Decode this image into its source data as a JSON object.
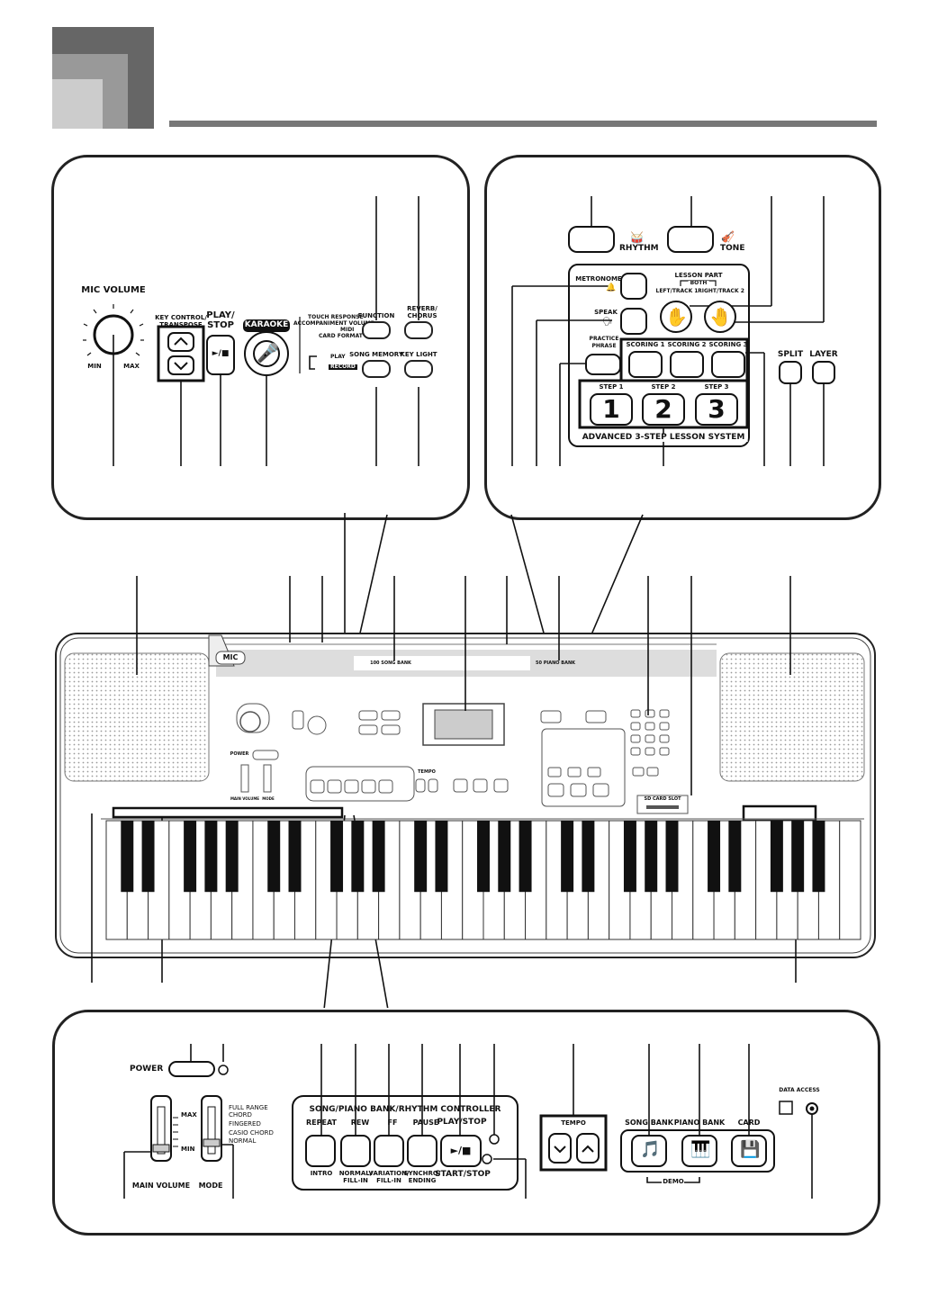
{
  "top_left": {
    "mic_volume": "MIC VOLUME",
    "min": "MIN",
    "max": "MAX",
    "key_control": "KEY CONTROL/",
    "transpose": "TRANSPOSE",
    "play": "PLAY/",
    "stop": "STOP",
    "play_stop_glyph": "►/■",
    "karaoke": "KARAOKE",
    "touch_response": "TOUCH RESPONSE",
    "accomp_volume": "ACCOMPANIMENT VOLUME",
    "midi": "MIDI",
    "card_format": "CARD FORMAT",
    "function": "FUNCTION",
    "reverb": "REVERB/",
    "chorus": "CHORUS",
    "song_memory": "SONG MEMORY",
    "key_light": "KEY LIGHT",
    "play_lbl": "PLAY",
    "record_lbl": "RECORD"
  },
  "top_right": {
    "rhythm": "RHYTHM",
    "tone": "TONE",
    "metronome": "METRONOME",
    "speak": "SPEAK",
    "practice": "PRACTICE",
    "phrase": "PHRASE",
    "lesson_part": "LESSON PART",
    "both": "BOTH",
    "left_track": "LEFT/TRACK 1",
    "right_track": "RIGHT/TRACK 2",
    "scoring": [
      "SCORING 1",
      "SCORING 2",
      "SCORING 3"
    ],
    "steps": [
      "STEP 1",
      "STEP 2",
      "STEP 3"
    ],
    "step_numbers": [
      "1",
      "2",
      "3"
    ],
    "split": "SPLIT",
    "layer": "LAYER",
    "advanced": "ADVANCED 3-STEP LESSON SYSTEM"
  },
  "keyboard": {
    "mic_label": "MIC",
    "song_bank_lbl": "100 SONG BANK",
    "piano_bank_lbl": "50 PIANO BANK",
    "sd_card_slot": "SD CARD SLOT",
    "tempo": "TEMPO",
    "main_volume": "MAIN VOLUME",
    "mode": "MODE",
    "power": "POWER"
  },
  "bottom": {
    "power": "POWER",
    "max": "MAX",
    "min": "MIN",
    "main_volume": "MAIN VOLUME",
    "mode": "MODE",
    "full_range": "FULL RANGE",
    "modes": [
      "CHORD",
      "FINGERED",
      "CASIO CHORD",
      "NORMAL"
    ],
    "controller_title": "SONG/PIANO BANK/RHYTHM CONTROLLER",
    "repeat": "REPEAT",
    "rew": "REW",
    "ff": "FF",
    "pause": "PAUSE",
    "play_stop": "PLAY/STOP",
    "intro": "INTRO",
    "normal_fillin_1": "NORMAL/",
    "normal_fillin_2": "FILL-IN",
    "variation_1": "VARIATION/",
    "variation_2": "FILL-IN",
    "synchro_1": "SYNCHRO/",
    "synchro_2": "ENDING",
    "start_stop": "START/STOP",
    "tempo": "TEMPO",
    "song_bank": "SONG BANK",
    "piano_bank": "PIANO BANK",
    "card": "CARD",
    "demo": "DEMO",
    "data_access": "DATA ACCESS"
  }
}
